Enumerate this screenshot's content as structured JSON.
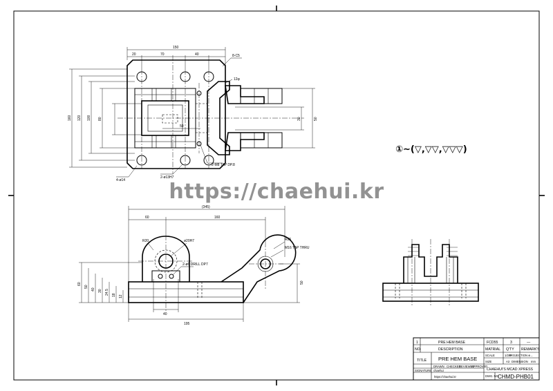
{
  "watermark": "https://chaehui.kr",
  "surface_note": "①∼(▽,▽▽,▽▽▽)",
  "top_view": {
    "dims": {
      "overall_w": "150",
      "seg1": "20",
      "seg2": "70",
      "seg3": "40",
      "corner": "8-C5",
      "r12": "12φ",
      "h_outer": "160",
      "h_2": "120",
      "h_3": "100",
      "h_4": "80",
      "center_50": "50",
      "right_30": "30",
      "right_50": "50",
      "bolt": "4-ø14",
      "pin": "2-ø13H7",
      "tap": "2-M8 TAP DP.8"
    }
  },
  "front_view": {
    "dims": {
      "overall": "(345)",
      "d60": "60",
      "d160": "160",
      "d40": "40",
      "d195": "195",
      "r20": "R20",
      "bore": "ø20H7",
      "drill": "2-ø6 DRILL DP7",
      "r25": "R25",
      "tap": "M16 TAP THRU",
      "h50": "50",
      "left_stack": [
        "60",
        "50",
        "40",
        "30",
        "24.5",
        "18",
        "12"
      ]
    }
  },
  "title_block": {
    "row1": {
      "no": "1",
      "description": "PRE HEM BASE",
      "material": "FCD55",
      "qty": "3",
      "remark": "—"
    },
    "header": {
      "no": "NO.",
      "description": "DESCRIPTION",
      "material": "MATRIAL",
      "qty": "Q'TY",
      "remark": "REMARK'S"
    },
    "title_label": "TITLE",
    "title_value": "PRE HEM BASE",
    "scale_label": "SCALE",
    "scale_value": "1/2.5",
    "projection_label": "PROJECTION",
    "projection_value": "⊕←",
    "size_label": "SIZE",
    "size_value": "A3",
    "dimension_label": "DIMENSION",
    "dimension_value": "mm",
    "roles": [
      "DRAWN",
      "CHECKED",
      "REVIEWED",
      "APPROVED"
    ],
    "company": "CHAEHUI'S MCAD XPRESS",
    "signature_label": "SIGNATURE",
    "signature_value": "chaehui",
    "dwg_label": "DWG. NO.",
    "dwg_value": "CHMD-PHB01",
    "url": "https://chaehui.kr"
  }
}
